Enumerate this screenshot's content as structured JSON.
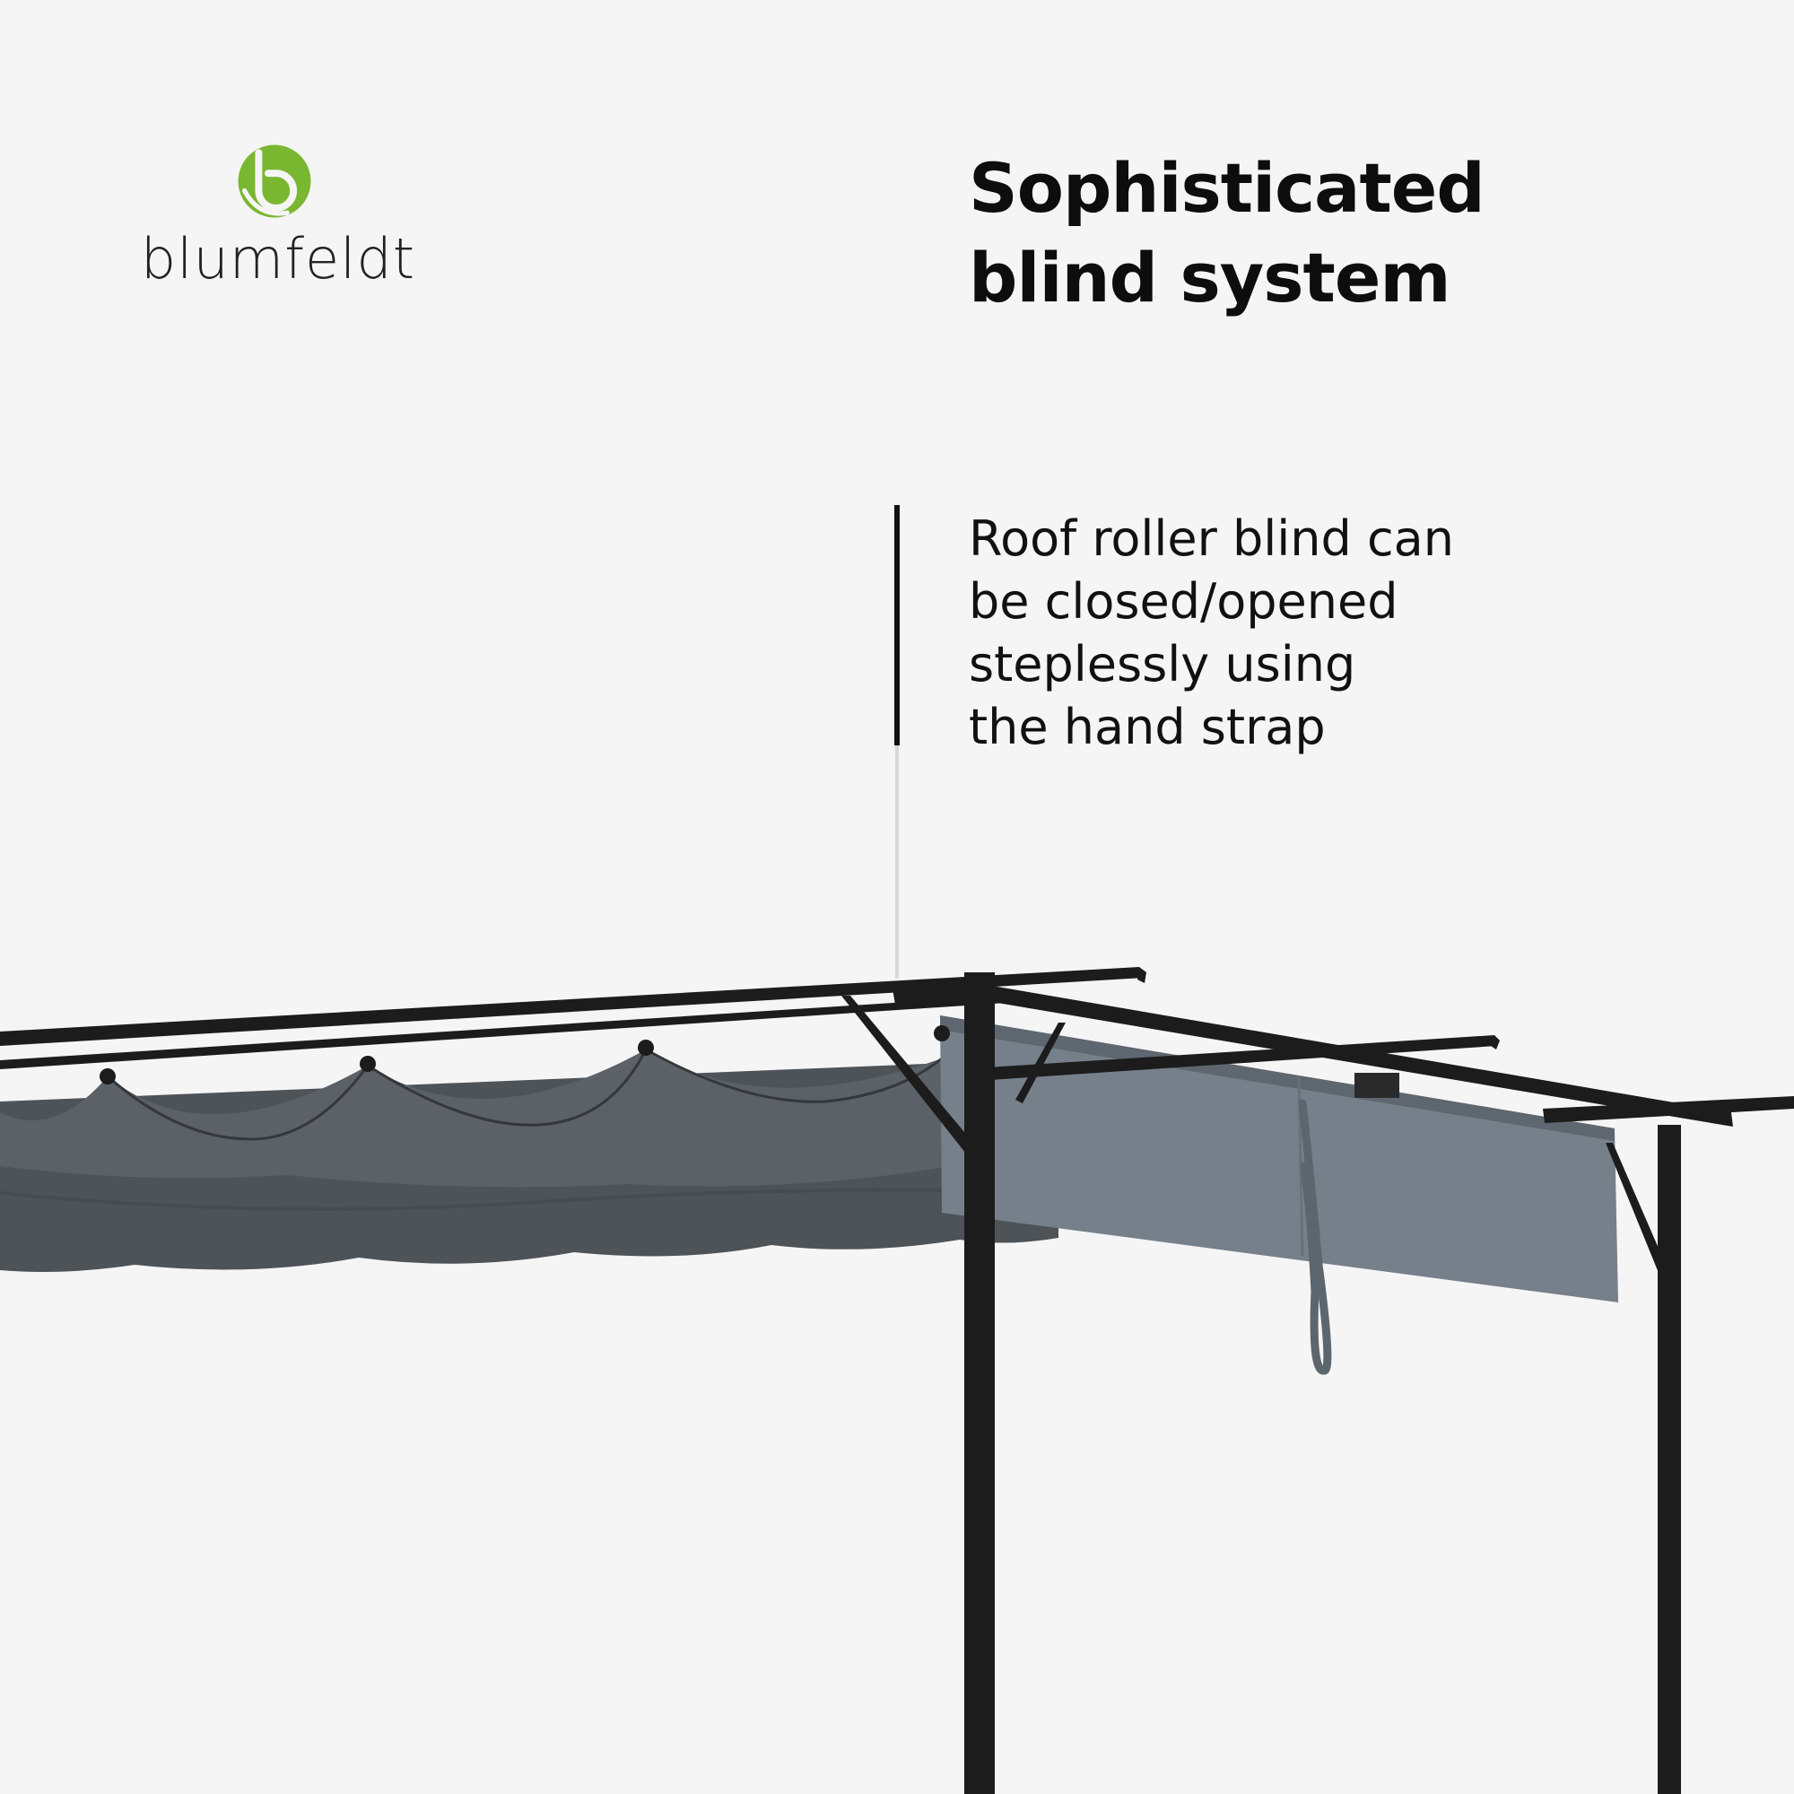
{
  "brand": {
    "name": "blumfeldt",
    "logo_icon": "leaf-b-logo-icon",
    "logo_color": "#7ab730"
  },
  "headline": {
    "lines": [
      "Sophisticated",
      "blind system"
    ]
  },
  "description": {
    "lines": [
      "Roof roller blind can",
      "be closed/opened",
      "steplessly using",
      "the hand strap"
    ]
  },
  "illustration": {
    "subject": "pergola-with-roller-blind",
    "frame_color": "#1c1c1c",
    "fabric_color": "#6f7a82",
    "background_color": "#f5f5f5"
  }
}
